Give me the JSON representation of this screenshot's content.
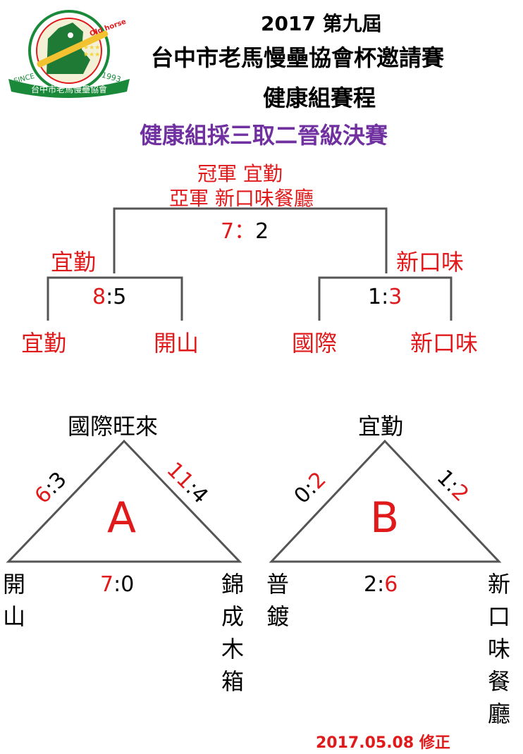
{
  "header": {
    "line1": "2017 第九屆",
    "line2": "台中市老馬慢壘協會杯邀請賽",
    "line3": "健康組賽程",
    "subtitle": "健康組採三取二晉級決賽"
  },
  "logo": {
    "text_top": "Old horse",
    "since": "SINCE",
    "year": "1993",
    "banner": "台中市老馬慢壘協會"
  },
  "final": {
    "champion": "冠軍 宜勤",
    "runner_up": "亞軍 新口味餐廳",
    "score_left": "7",
    "score_sep": "：",
    "score_right": "2"
  },
  "semi_left": {
    "winner": "宜勤",
    "score_left": "8",
    "score_sep": ":",
    "score_right": "5",
    "team_left": "宜勤",
    "team_right": "開山"
  },
  "semi_right": {
    "winner": "新口味",
    "score_left": "1",
    "score_sep": ":",
    "score_right": "3",
    "team_left": "國際",
    "team_right": "新口味"
  },
  "group_a": {
    "label": "A",
    "top_team": "國際旺來",
    "left_team": "開山",
    "right_team": "錦成木箱",
    "left_score_a": "6",
    "left_score_sep": ":",
    "left_score_b": "3",
    "right_score_a": "11",
    "right_score_sep": ":",
    "right_score_b": "4",
    "bottom_score_a": "7",
    "bottom_score_sep": ":",
    "bottom_score_b": "0"
  },
  "group_b": {
    "label": "B",
    "top_team": "宜勤",
    "left_team": "普鍍",
    "right_team": "新口味餐廳",
    "left_score_a": "0",
    "left_score_sep": ":",
    "left_score_b": "2",
    "right_score_a": "1",
    "right_score_sep": ":",
    "right_score_b": "2",
    "bottom_score_a": "2",
    "bottom_score_sep": ":",
    "bottom_score_b": "6"
  },
  "footer": {
    "revised": "2017.05.08 修正"
  },
  "colors": {
    "red": "#e0191b",
    "purple": "#7030a0",
    "line": "#555555"
  }
}
